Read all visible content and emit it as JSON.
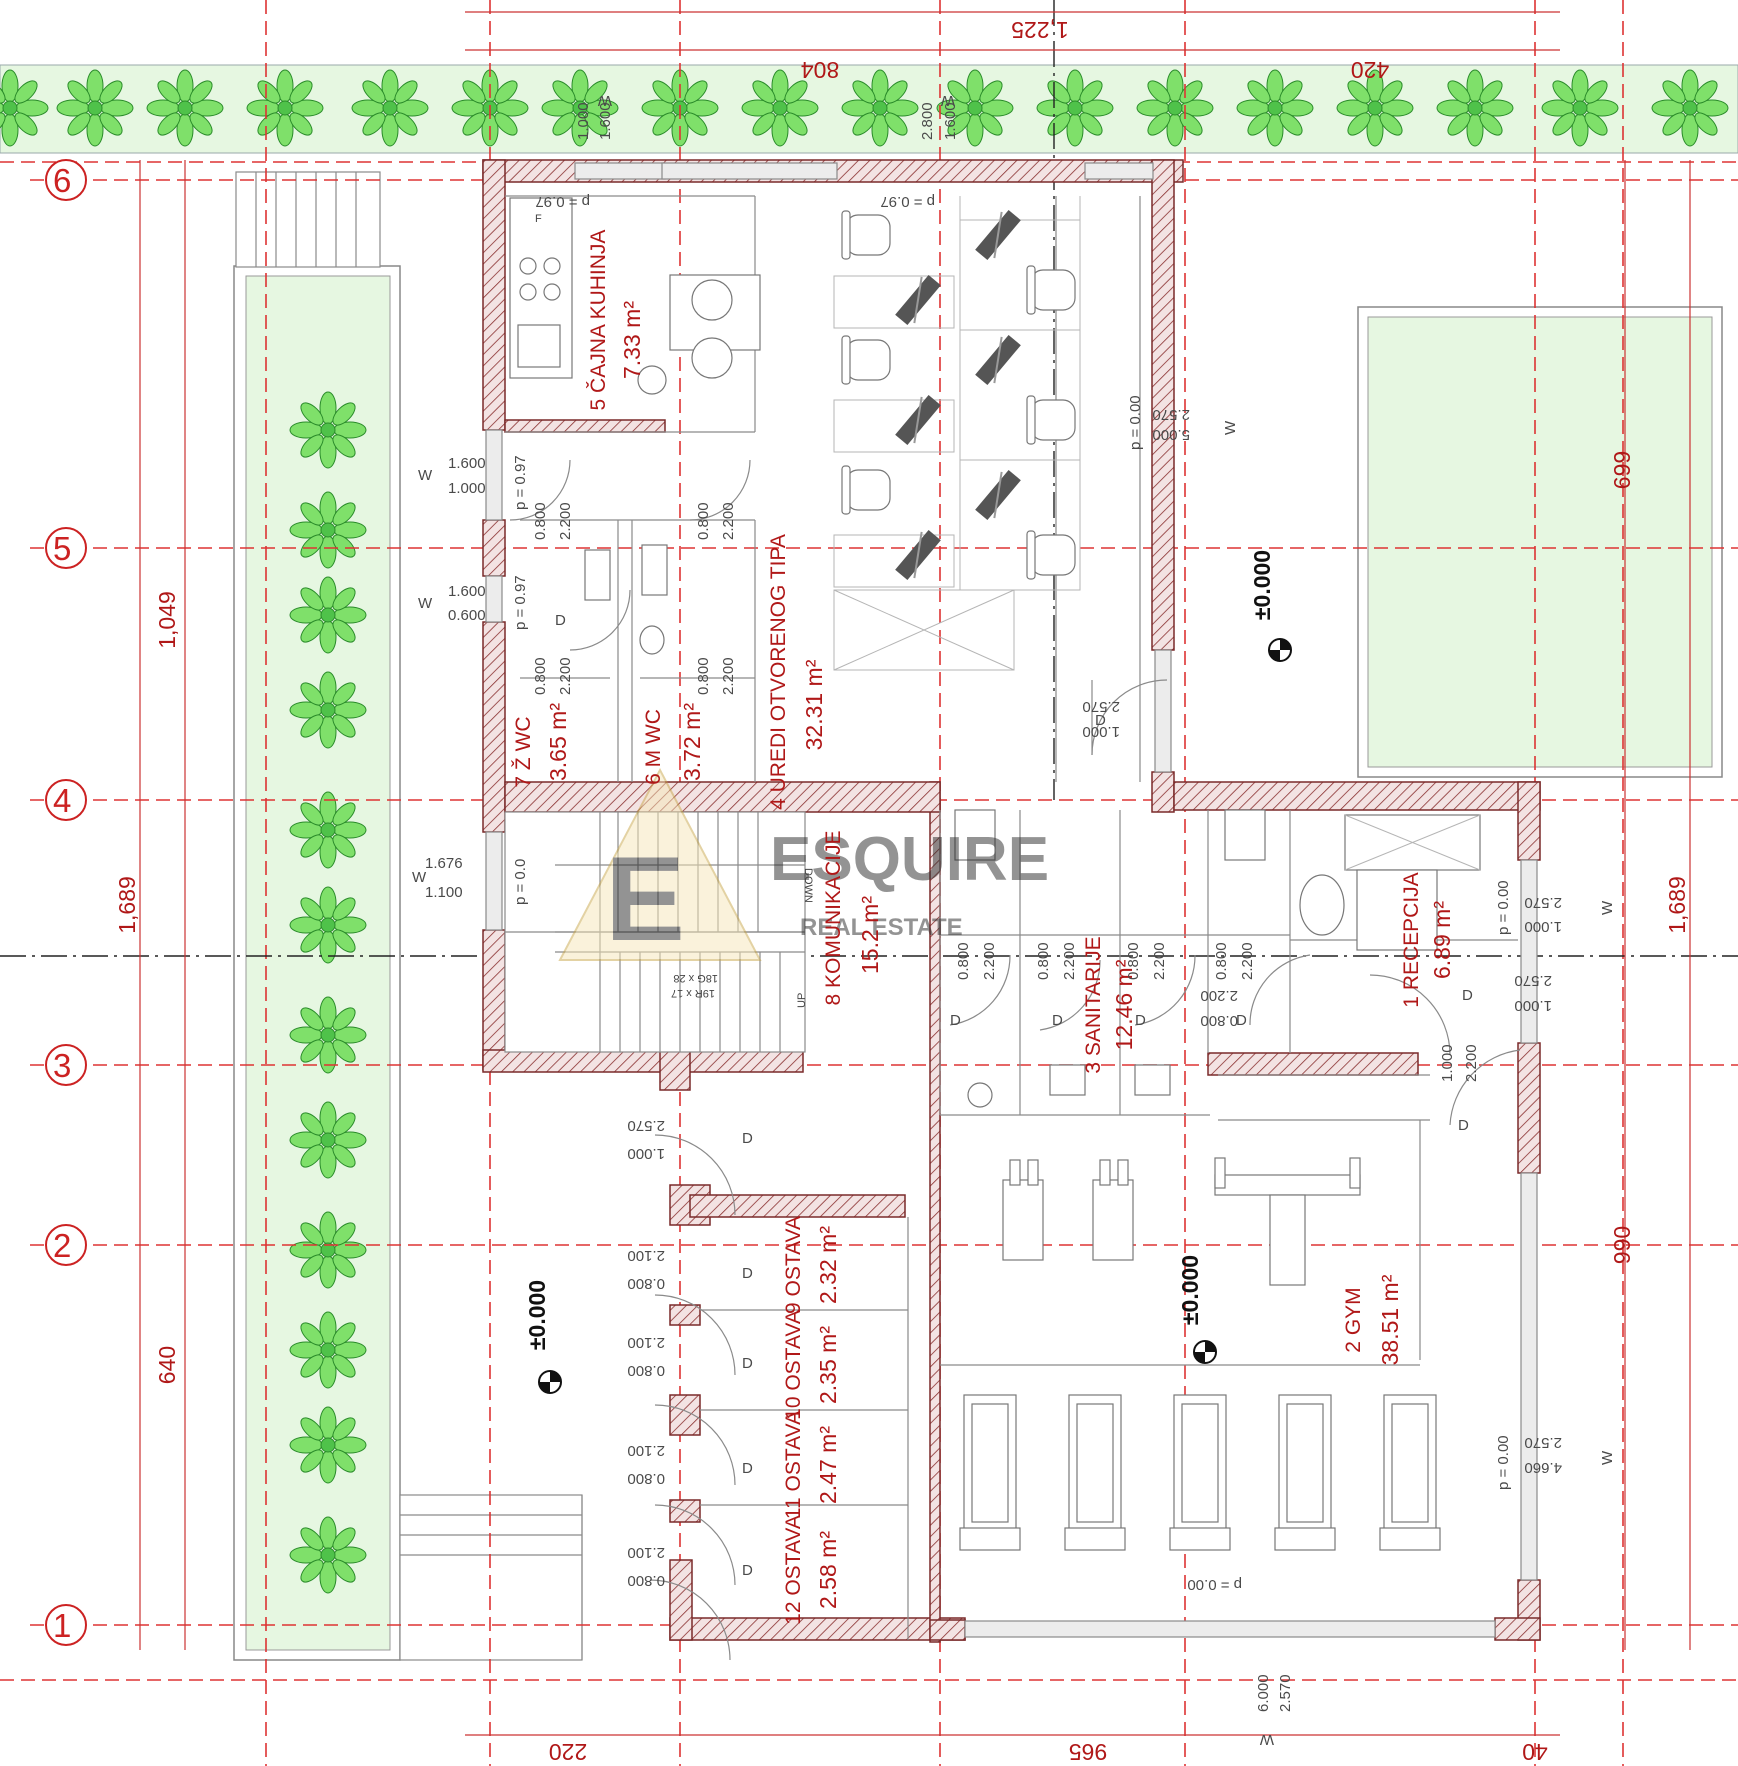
{
  "drawing": {
    "grid_axes": [
      "6",
      "5",
      "4",
      "3",
      "2",
      "1"
    ],
    "dimensions_top": [
      "1,225",
      "804",
      "420"
    ],
    "dimensions_left": [
      "1,049",
      "1,689",
      "640"
    ],
    "dimensions_right": [
      "699",
      "1,689",
      "990"
    ],
    "dimensions_bottom": [
      "220",
      "965",
      "40"
    ],
    "level_marks": [
      "±0.000",
      "±0.000",
      "±0.000"
    ],
    "rooms": [
      {
        "name": "1 RECEPCIJA",
        "area": "6.89 m²"
      },
      {
        "name": "2  GYM",
        "area": "38.51 m²"
      },
      {
        "name": "3  SANITARIJE",
        "area": "12.46 m²"
      },
      {
        "name": "4 UREDI OTVORENOG TIPA",
        "area": "32.31 m²"
      },
      {
        "name": "5 ČAJNA KUHINJA",
        "area": "7.33 m²"
      },
      {
        "name": "6  M WC",
        "area": "3.72 m²"
      },
      {
        "name": "7 Ž WC",
        "area": "3.65 m²"
      },
      {
        "name": "8 KOMUNIKACIJE",
        "area": "15.2 m²"
      },
      {
        "name": "9 OSTAVA",
        "area": "2.32 m²"
      },
      {
        "name": "10  OSTAVA",
        "area": "2.35 m²"
      },
      {
        "name": "11  OSTAVA",
        "area": "2.47 m²"
      },
      {
        "name": "12 OSTAVA",
        "area": "2.58 m²"
      }
    ],
    "openings": {
      "kitchen_window": [
        "1.600",
        "1.000",
        "W",
        "p = 0.97"
      ],
      "office_window": [
        "1.600",
        "2.800",
        "W",
        "p = 0.97"
      ],
      "office_side_window": [
        "2.570",
        "5.000",
        "W",
        "p = 0.00"
      ],
      "office_door": [
        "2.570",
        "1.000",
        "D"
      ],
      "wc_windows": [
        "1.600",
        "1.000",
        "W",
        "p = 0.97",
        "1.600",
        "0.600",
        "W",
        "p = 0.97"
      ],
      "wc_doors": [
        "0.800",
        "2.200",
        "D"
      ],
      "stair_window": [
        "1.676",
        "1.100",
        "W",
        "p = 0.0"
      ],
      "stair_labels": [
        "DOWN",
        "UP",
        "19R x 17",
        "18G x 28"
      ],
      "storage_doors": [
        "2.100",
        "0.800",
        "D"
      ],
      "corridor_door": [
        "2.570",
        "1.000",
        "D"
      ],
      "reception_window": [
        "2.570",
        "1.000",
        "W",
        "p = 0.00"
      ],
      "reception_door": [
        "2.570",
        "1.000",
        "D"
      ],
      "gym_door": [
        "1.000",
        "2.200",
        "D"
      ],
      "sanitary_doors": [
        "0.800",
        "2.200",
        "D",
        "2.200",
        "0.800",
        "D"
      ],
      "gym_window_right": [
        "2.570",
        "4.660",
        "W",
        "p = 0.00"
      ],
      "gym_window_bottom": [
        "6.000",
        "2.570",
        "W",
        "p = 0.00"
      ]
    },
    "watermark": {
      "brand": "ESQUIRE",
      "sub": "REAL ESTATE"
    },
    "colors": {
      "axis": "#d33333",
      "wall_hatch": "#7a2a2a",
      "text_red": "#b01818",
      "grass": "#e6f7e1",
      "plant": "#7fe06a"
    }
  }
}
